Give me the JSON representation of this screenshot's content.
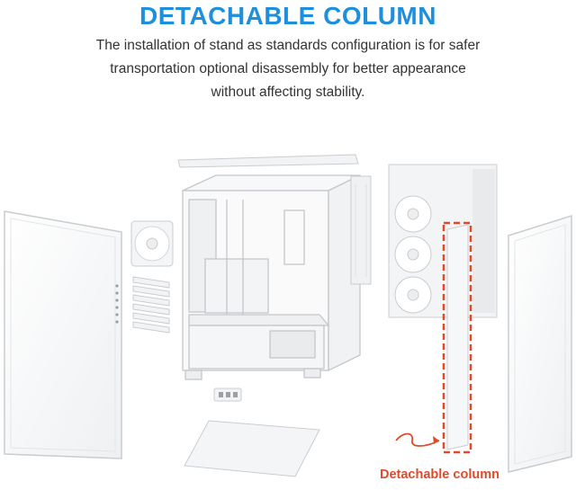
{
  "header": {
    "title": "DETACHABLE COLUMN",
    "description_lines": [
      "The installation of stand as standards configuration is for safer",
      "transportation optional disassembly for better appearance",
      "without affecting stability."
    ]
  },
  "illustration": {
    "callout_label": "Detachable column"
  },
  "colors": {
    "title": "#1e8fdc",
    "callout": "#e04a2a",
    "panel_stroke": "#c9ccd0"
  }
}
